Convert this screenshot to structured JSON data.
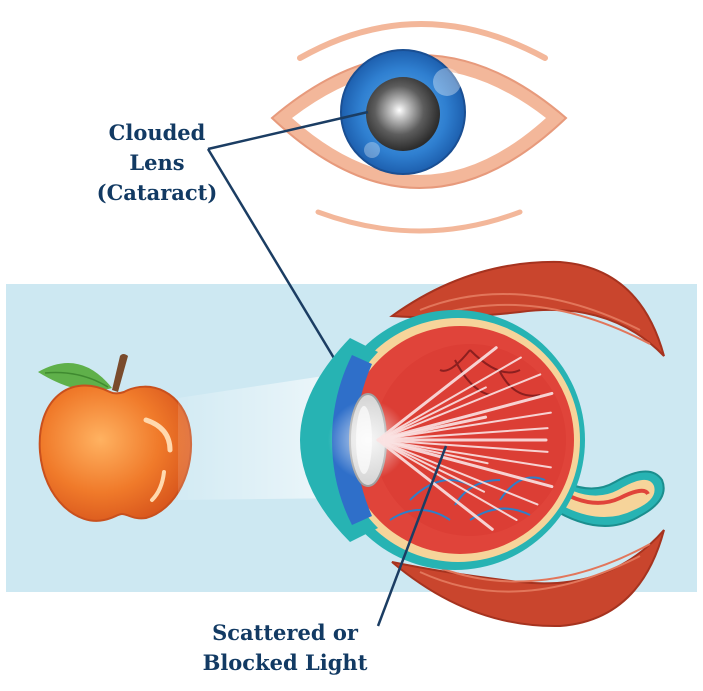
{
  "labels": {
    "clouded_lens": {
      "line1": "Clouded",
      "line2": "Lens",
      "line3": "(Cataract)"
    },
    "scattered_light": {
      "line1": "Scattered or",
      "line2": "Blocked Light"
    }
  },
  "colors": {
    "background_band": "#cde8f2",
    "label_text": "#123a63",
    "leader_line": "#1b3d63",
    "iris": "#2f7fd0",
    "pupil_clouded": "#6f6f6f",
    "eyelid": "#f3b79a",
    "muscle": "#c9452d",
    "retina": "#e0443a",
    "apple": "#f07a2a",
    "leaf": "#5fb04a"
  }
}
